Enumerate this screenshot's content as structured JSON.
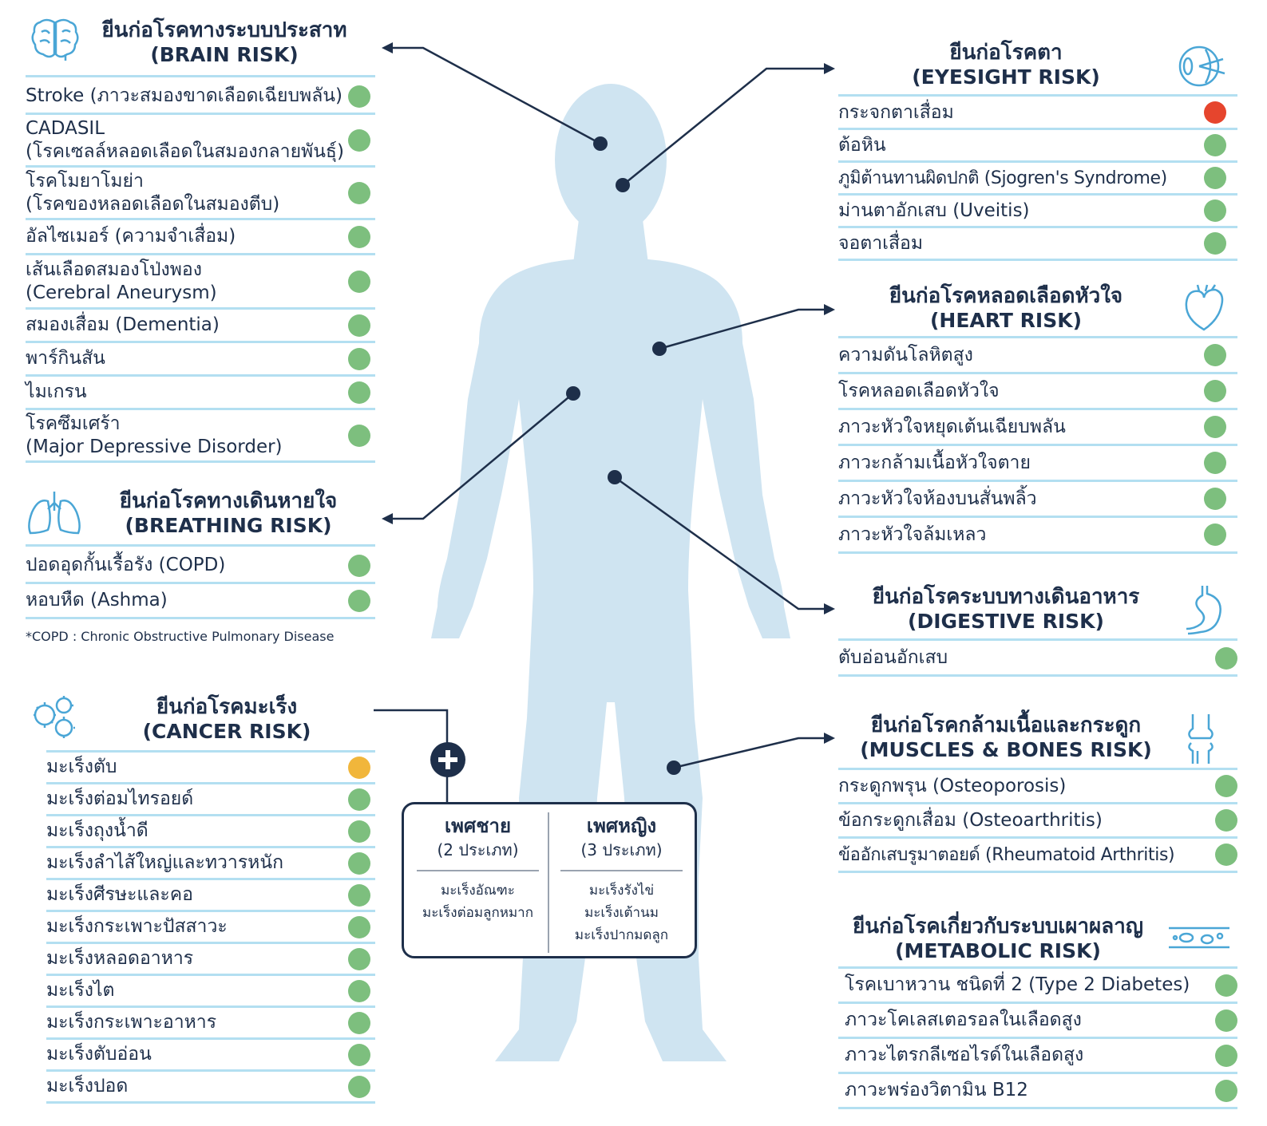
{
  "colors": {
    "green": "#7dbf7e",
    "red": "#e6452d",
    "orange": "#f1b63b",
    "navy": "#1e2f4a",
    "body": "#cfe4f1",
    "line": "#b3dff1"
  },
  "sections": {
    "brain": {
      "title": "ยีนก่อโรคทางระบบประสาท",
      "subtitle": "(BRAIN RISK)",
      "icon": "brain-icon",
      "items": [
        {
          "lines": [
            "Stroke (ภาวะสมองขาดเลือดเฉียบพลัน)"
          ],
          "status": "green"
        },
        {
          "lines": [
            "CADASIL",
            "(โรคเซลล์หลอดเลือดในสมองกลายพันธุ์)"
          ],
          "status": "green"
        },
        {
          "lines": [
            "โรคโมยาโมย่า",
            "(โรคของหลอดเลือดในสมองตีบ)"
          ],
          "status": "green"
        },
        {
          "lines": [
            "อัลไซเมอร์ (ความจำเสื่อม)"
          ],
          "status": "green"
        },
        {
          "lines": [
            "เส้นเลือดสมองโป่งพอง",
            "(Cerebral Aneurysm)"
          ],
          "status": "green"
        },
        {
          "lines": [
            "สมองเสื่อม (Dementia)"
          ],
          "status": "green"
        },
        {
          "lines": [
            "พาร์กินสัน"
          ],
          "status": "green"
        },
        {
          "lines": [
            "ไมเกรน"
          ],
          "status": "green"
        },
        {
          "lines": [
            "โรคซึมเศร้า",
            "(Major Depressive Disorder)"
          ],
          "status": "green"
        }
      ]
    },
    "breathing": {
      "title": "ยีนก่อโรคทางเดินหายใจ",
      "subtitle": "(BREATHING RISK)",
      "icon": "lungs-icon",
      "items": [
        {
          "lines": [
            "ปอดอุดกั้นเรื้อรัง (COPD)"
          ],
          "status": "green"
        },
        {
          "lines": [
            "หอบหืด (Ashma)"
          ],
          "status": "green"
        }
      ],
      "footnote": "*COPD : Chronic Obstructive Pulmonary Disease"
    },
    "cancer": {
      "title": "ยีนก่อโรคมะเร็ง",
      "subtitle": "(CANCER RISK)",
      "icon": "virus-cells-icon",
      "items": [
        {
          "lines": [
            "มะเร็งตับ"
          ],
          "status": "orange"
        },
        {
          "lines": [
            "มะเร็งต่อมไทรอยด์"
          ],
          "status": "green"
        },
        {
          "lines": [
            "มะเร็งถุงน้ำดี"
          ],
          "status": "green"
        },
        {
          "lines": [
            "มะเร็งลำไส้ใหญ่และทวารหนัก"
          ],
          "status": "green"
        },
        {
          "lines": [
            "มะเร็งศีรษะและคอ"
          ],
          "status": "green"
        },
        {
          "lines": [
            "มะเร็งกระเพาะปัสสาวะ"
          ],
          "status": "green"
        },
        {
          "lines": [
            "มะเร็งหลอดอาหาร"
          ],
          "status": "green"
        },
        {
          "lines": [
            "มะเร็งไต"
          ],
          "status": "green"
        },
        {
          "lines": [
            "มะเร็งกระเพาะอาหาร"
          ],
          "status": "green"
        },
        {
          "lines": [
            "มะเร็งตับอ่อน"
          ],
          "status": "green"
        },
        {
          "lines": [
            "มะเร็งปอด"
          ],
          "status": "green"
        }
      ]
    },
    "eyesight": {
      "title": "ยีนก่อโรคตา",
      "subtitle": "(EYESIGHT RISK)",
      "icon": "eye-icon",
      "items": [
        {
          "lines": [
            "กระจกตาเสื่อม"
          ],
          "status": "red"
        },
        {
          "lines": [
            "ต้อหิน"
          ],
          "status": "green"
        },
        {
          "lines": [
            "ภูมิต้านทานผิดปกติ (Sjogren's Syndrome)"
          ],
          "status": "green"
        },
        {
          "lines": [
            "ม่านตาอักเสบ (Uveitis)"
          ],
          "status": "green"
        },
        {
          "lines": [
            "จอตาเสื่อม"
          ],
          "status": "green"
        }
      ]
    },
    "heart": {
      "title": "ยีนก่อโรคหลอดเลือดหัวใจ",
      "subtitle": "(HEART RISK)",
      "icon": "heart-icon",
      "items": [
        {
          "lines": [
            "ความดันโลหิตสูง"
          ],
          "status": "green"
        },
        {
          "lines": [
            "โรคหลอดเลือดหัวใจ"
          ],
          "status": "green"
        },
        {
          "lines": [
            "ภาวะหัวใจหยุดเต้นเฉียบพลัน"
          ],
          "status": "green"
        },
        {
          "lines": [
            "ภาวะกล้ามเนื้อหัวใจตาย"
          ],
          "status": "green"
        },
        {
          "lines": [
            "ภาวะหัวใจห้องบนสั่นพลิ้ว"
          ],
          "status": "green"
        },
        {
          "lines": [
            "ภาวะหัวใจล้มเหลว"
          ],
          "status": "green"
        }
      ]
    },
    "digestive": {
      "title": "ยีนก่อโรคระบบทางเดินอาหาร",
      "subtitle": "(DIGESTIVE RISK)",
      "icon": "stomach-icon",
      "items": [
        {
          "lines": [
            "ตับอ่อนอักเสบ"
          ],
          "status": "green"
        }
      ]
    },
    "muscles": {
      "title": "ยีนก่อโรคกล้ามเนื้อและกระดูก",
      "subtitle": "(MUSCLES & BONES RISK)",
      "icon": "knee-joint-icon",
      "items": [
        {
          "lines": [
            "กระดูกพรุน (Osteoporosis)"
          ],
          "status": "green"
        },
        {
          "lines": [
            "ข้อกระดูกเสื่อม (Osteoarthritis)"
          ],
          "status": "green"
        },
        {
          "lines": [
            "ข้ออักเสบรูมาตอยด์ (Rheumatoid Arthritis)"
          ],
          "status": "green"
        }
      ]
    },
    "metabolic": {
      "title": "ยีนก่อโรคเกี่ยวกับระบบเผาผลาญ",
      "subtitle": "(METABOLIC RISK)",
      "icon": "blood-vessel-icon",
      "items": [
        {
          "lines": [
            "โรคเบาหวาน ชนิดที่ 2 (Type 2 Diabetes)"
          ],
          "status": "green"
        },
        {
          "lines": [
            "ภาวะโคเลสเตอรอลในเลือดสูง"
          ],
          "status": "green"
        },
        {
          "lines": [
            "ภาวะไตรกลีเซอไรด์ในเลือดสูง"
          ],
          "status": "green"
        },
        {
          "lines": [
            "ภาวะพร่องวิตามิน B12"
          ],
          "status": "green"
        }
      ]
    }
  },
  "gender": {
    "plus_icon": "plus-icon",
    "male": {
      "title": "เพศชาย",
      "count": "(2 ประเภท)",
      "items": [
        "มะเร็งอัณฑะ",
        "มะเร็งต่อมลูกหมาก"
      ]
    },
    "female": {
      "title": "เพศหญิง",
      "count": "(3 ประเภท)",
      "items": [
        "มะเร็งรังไข่",
        "มะเร็งเต้านม",
        "มะเร็งปากมดลูก"
      ]
    }
  }
}
